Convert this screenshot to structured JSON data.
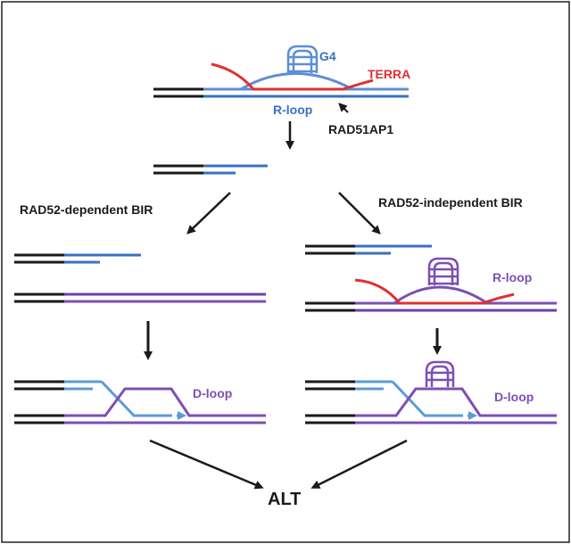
{
  "labels": {
    "g4": "G4",
    "terra": "TERRA",
    "rloop_top": "R-loop",
    "rad51ap1": "RAD51AP1",
    "rad52_dependent": "RAD52-dependent BIR",
    "rad52_independent": "RAD52-independent BIR",
    "rloop_right": "R-loop",
    "dloop_left": "D-loop",
    "dloop_right": "D-loop",
    "alt": "ALT"
  },
  "colors": {
    "black": "#1a1a1a",
    "blue": "#3a6fc4",
    "light_blue": "#5b9bd9",
    "red": "#e03030",
    "purple": "#7d4fb3",
    "border": "#222222"
  }
}
